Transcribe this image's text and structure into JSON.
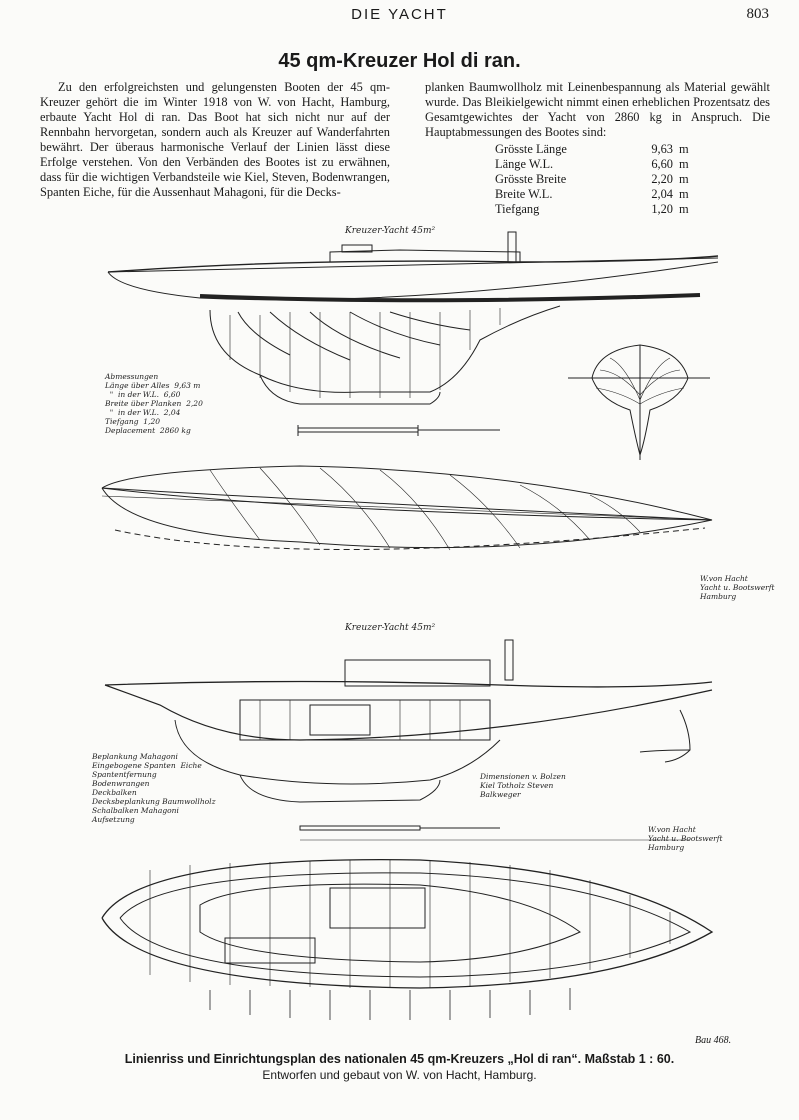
{
  "header": {
    "running_title": "DIE YACHT",
    "page_number": "803"
  },
  "article": {
    "title": "45 qm-Kreuzer Hol di ran.",
    "col1_text": "Zu den erfolgreichsten und gelungensten Booten der 45 qm-Kreuzer gehört die im Winter 1918 von W. von Hacht, Hamburg, erbaute Yacht Hol di ran. Das Boot hat sich nicht nur auf der Rennbahn hervorgetan, sondern auch als Kreuzer auf Wanderfahrten bewährt. Der überaus harmonische Verlauf der Linien lässt diese Erfolge verstehen. Von den Verbänden des Bootes ist zu erwähnen, dass für die wichtigen Verbandsteile wie Kiel, Steven, Bodenwrangen, Spanten Eiche, für die Aussenhaut Mahagoni, für die Decks-",
    "col2_text": "planken Baumwollholz mit Leinenbespannung als Material gewählt wurde. Das Bleikielgewicht nimmt einen erheblichen Prozentsatz des Gesamtgewichtes der Yacht von 2860 kg in Anspruch. Die Hauptabmessungen des Bootes sind:",
    "dimensions": [
      {
        "label": "Grösste Länge",
        "value": "9,63",
        "unit": "m"
      },
      {
        "label": "Länge W.L.",
        "value": "6,60",
        "unit": "m"
      },
      {
        "label": "Grösste Breite",
        "value": "2,20",
        "unit": "m"
      },
      {
        "label": "Breite W.L.",
        "value": "2,04",
        "unit": "m"
      },
      {
        "label": "Tiefgang",
        "value": "1,20",
        "unit": "m"
      }
    ]
  },
  "drawing": {
    "top_label": "Kreuzer-Yacht 45m²",
    "bottom_label": "Kreuzer-Yacht 45m²",
    "dims_table": "Abmessungen\nLänge über Alles  9,63 m\n  \"  in der W.L.  6,60\nBreite über Planken  2,20\n  \"  in der W.L.  2,04\nTiefgang  1,20\nDeplacement  2860 kg",
    "builder_note_1": "W.von Hacht\nYacht u. Bootswerft\nHamburg",
    "builder_note_2": "W.von Hacht\nYacht u. Bootswerft\nHamburg",
    "notes_left": "Beplankung Mahagoni\nEingebogene Spanten  Eiche\nSpantentfernung\nBodenwrangen\nDeckbalken\nDecksbeplankung Baumwollholz\nSchalbalken Mahagoni\nAufsetzung",
    "notes_right": "Dimensionen v. Bolzen\nKiel Totholz Steven\nBalkweger",
    "plate_number": "Bau 468."
  },
  "caption": {
    "line1": "Linienriss und Einrichtungsplan des nationalen 45 qm-Kreuzers „Hol di ran“. Maßstab 1 : 60.",
    "line2": "Entworfen und gebaut von W. von Hacht, Hamburg."
  }
}
